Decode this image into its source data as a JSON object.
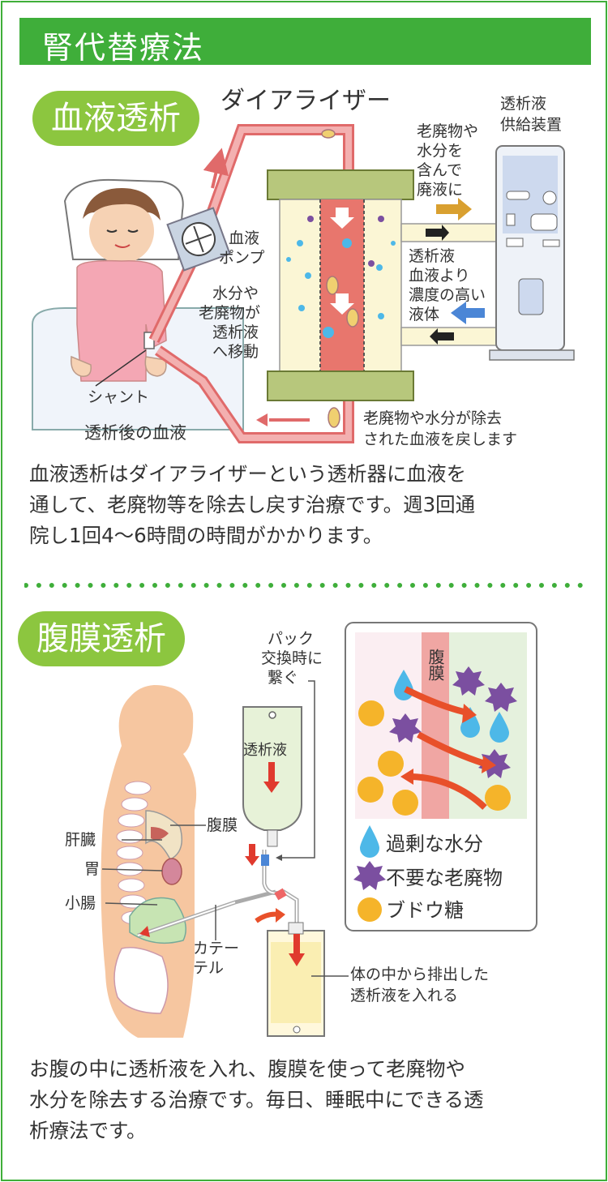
{
  "header": {
    "title": "腎代替療法"
  },
  "hemodialysis": {
    "badge": "血液透析",
    "dialyzer_label": "ダイアライザー",
    "supply_label": [
      "透析液",
      "供給装置"
    ],
    "waste_out_label": [
      "老廃物や",
      "水分を",
      "含んで",
      "廃液に"
    ],
    "pump_label": [
      "血液",
      "ポンプ"
    ],
    "move_label": [
      "水分や",
      "老廃物が",
      "透析液",
      "へ移動"
    ],
    "dialysate_label": [
      "透析液",
      "血液より",
      "濃度の高い",
      "液体"
    ],
    "shunt_label": "シャント",
    "after_blood_label": "透析後の血液",
    "return_label": [
      "老廃物や水分が除去",
      "された血液を戻します"
    ],
    "description": [
      "血液透析はダイアライザーという透析器に血液を",
      "通して、老廃物等を除去し戻す治療です。週3回通",
      "院し1回4〜6時間の時間がかかります。"
    ]
  },
  "peritoneal": {
    "badge": "腹膜透析",
    "pack_label": [
      "パック",
      "交換時に",
      "繋ぐ"
    ],
    "bag_label": "透析液",
    "membrane_label": "腹膜",
    "liver_label": "肝臓",
    "stomach_label": "胃",
    "intestine_label": "小腸",
    "catheter_label": [
      "カテー",
      "テル"
    ],
    "drain_label": [
      "体の中から排出した",
      "透析液を入れる"
    ],
    "legend_membrane": "腹膜",
    "legend": [
      {
        "label": "過剰な水分",
        "icon": "water-drop-icon",
        "color": "#4db8e8"
      },
      {
        "label": "不要な老廃物",
        "icon": "waste-star-icon",
        "color": "#7b4fa0"
      },
      {
        "label": "ブドウ糖",
        "icon": "glucose-circle-icon",
        "color": "#f5b42a"
      }
    ],
    "description": [
      "お腹の中に透析液を入れ、腹膜を使って老廃物や",
      "水分を除去する治療です。毎日、睡眠中にできる透",
      "析療法です。"
    ]
  }
}
